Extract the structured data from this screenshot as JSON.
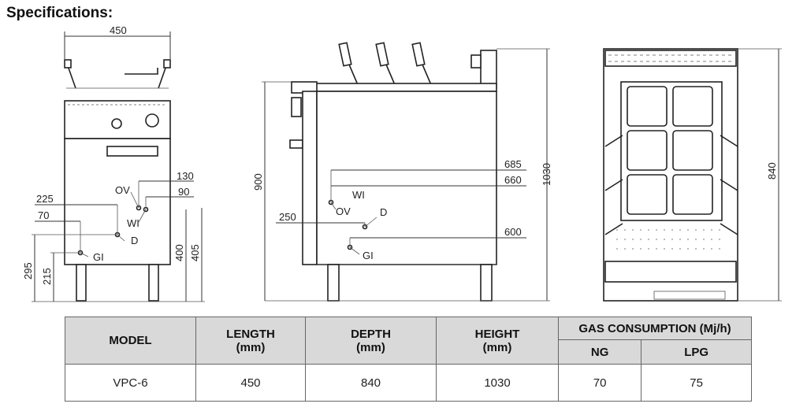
{
  "title": "Specifications:",
  "front_view": {
    "dims": {
      "width": "450",
      "d130": "130",
      "d90": "90",
      "d225": "225",
      "d70": "70",
      "d400": "400",
      "d405": "405",
      "d295": "295",
      "d215": "215"
    },
    "labels": {
      "ov": "OV",
      "wi": "WI",
      "d": "D",
      "gi": "GI"
    }
  },
  "side_view": {
    "dims": {
      "d900": "900",
      "d250": "250",
      "d685": "685",
      "d660": "660",
      "d600": "600",
      "d1030": "1030"
    },
    "labels": {
      "wi": "WI",
      "ov": "OV",
      "d": "D",
      "gi": "GI"
    }
  },
  "top_view": {
    "dims": {
      "d840": "840"
    }
  },
  "table": {
    "headers": {
      "model": "MODEL",
      "length": "LENGTH",
      "length_unit": "(mm)",
      "depth": "DEPTH",
      "depth_unit": "(mm)",
      "height": "HEIGHT",
      "height_unit": "(mm)",
      "gas": "GAS CONSUMPTION (Mj/h)",
      "ng": "NG",
      "lpg": "LPG"
    },
    "row": {
      "model": "VPC-6",
      "length": "450",
      "depth": "840",
      "height": "1030",
      "ng": "70",
      "lpg": "75"
    }
  }
}
